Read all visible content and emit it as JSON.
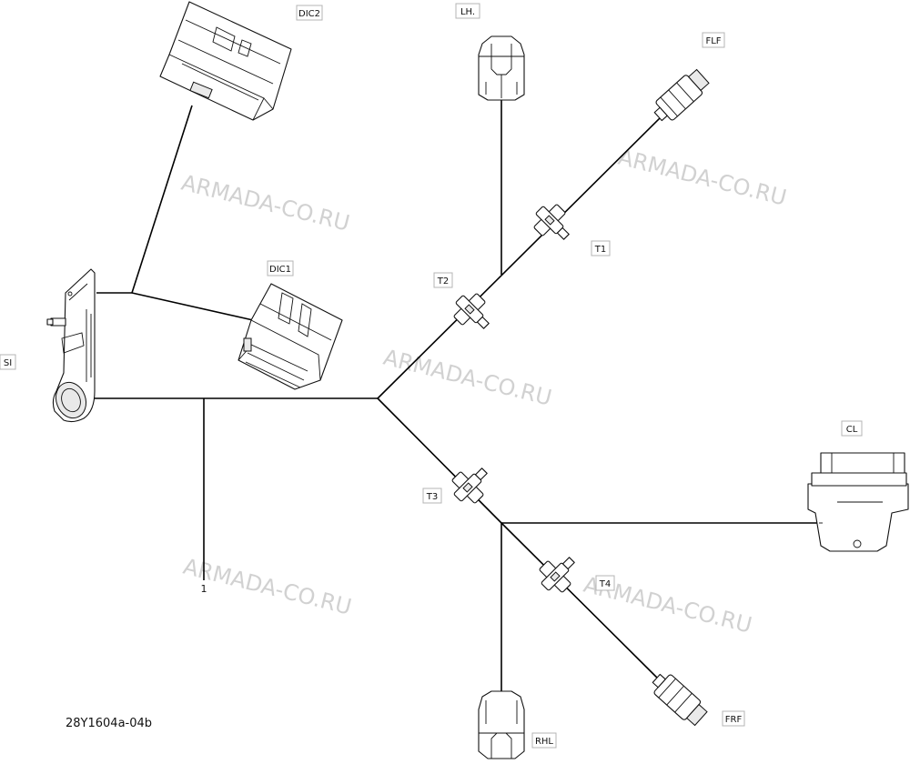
{
  "figure_id": "28Y1604a-04b",
  "watermark": "ARMADA-CO.RU",
  "wire_number": "1",
  "labels": {
    "DIC2": "DIC2",
    "LH": "LH.",
    "FLF": "FLF",
    "DIC1": "DIC1",
    "SI": "SI",
    "T1": "T1",
    "T2": "T2",
    "T3": "T3",
    "T4": "T4",
    "CL": "CL",
    "RHL": "RHL",
    "FRF": "FRF"
  }
}
